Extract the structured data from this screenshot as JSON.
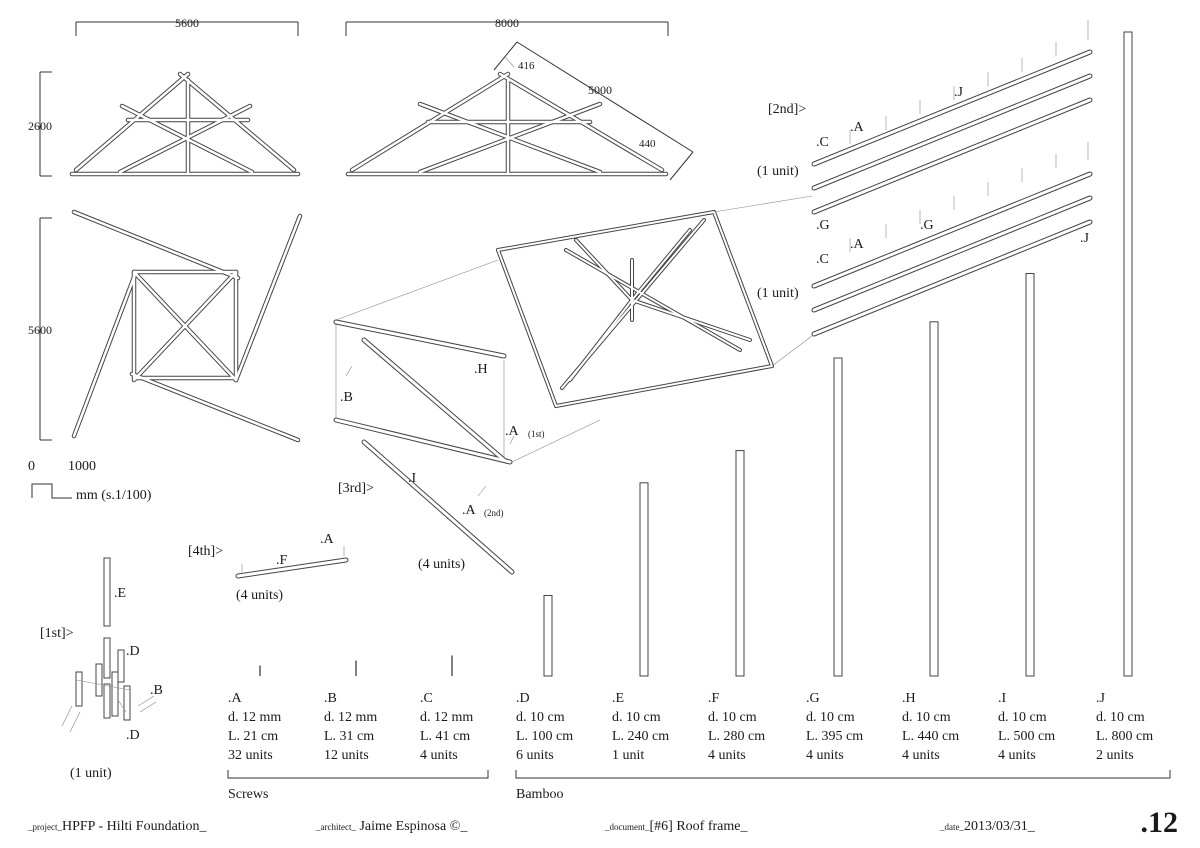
{
  "dimensions": {
    "top_width_1": "5600",
    "top_width_2": "8000",
    "height": "2600",
    "plan_side": "5600",
    "diag_1": "416",
    "diag_2": "5000",
    "diag_3": "440"
  },
  "scale": {
    "zero": "0",
    "thousand": "1000",
    "unit": "mm (s.1/100)"
  },
  "callouts": {
    "second": "[2nd]>",
    "third": "[3rd]>",
    "fourth": "[4th]>",
    "first": "[1st]>",
    "one_unit": "(1 unit)",
    "four_units": "(4 units)",
    "A": ".A",
    "A_first": ".A",
    "A_first_sub": "(1st)",
    "A_second": ".A",
    "A_second_sub": "(2nd)",
    "B": ".B",
    "C": ".C",
    "D": ".D",
    "E": ".E",
    "F": ".F",
    "G": ".G",
    "H": ".H",
    "I": ".I",
    "J": ".J"
  },
  "parts": [
    {
      "id": ".A",
      "d": "d. 12 mm",
      "L": "L. 21 cm",
      "units": "32 units",
      "length_cm": 21
    },
    {
      "id": ".B",
      "d": "d. 12 mm",
      "L": "L. 31 cm",
      "units": "12 units",
      "length_cm": 31
    },
    {
      "id": ".C",
      "d": "d. 12 mm",
      "L": "L. 41 cm",
      "units": "4 units",
      "length_cm": 41
    },
    {
      "id": ".D",
      "d": "d. 10 cm",
      "L": "L. 100 cm",
      "units": "6 units",
      "length_cm": 100
    },
    {
      "id": ".E",
      "d": "d. 10 cm",
      "L": "L. 240 cm",
      "units": "1 unit",
      "length_cm": 240
    },
    {
      "id": ".F",
      "d": "d. 10 cm",
      "L": "L. 280 cm",
      "units": "4 units",
      "length_cm": 280
    },
    {
      "id": ".G",
      "d": "d. 10 cm",
      "L": "L. 395 cm",
      "units": "4 units",
      "length_cm": 395
    },
    {
      "id": ".H",
      "d": "d. 10 cm",
      "L": "L. 440 cm",
      "units": "4 units",
      "length_cm": 440
    },
    {
      "id": ".I",
      "d": "d. 10 cm",
      "L": "L. 500 cm",
      "units": "4 units",
      "length_cm": 500
    },
    {
      "id": ".J",
      "d": "d. 10 cm",
      "L": "L. 800 cm",
      "units": "2 units",
      "length_cm": 800
    }
  ],
  "groups": {
    "screws": "Screws",
    "bamboo": "Bamboo"
  },
  "footer": {
    "project_label": "_project_",
    "project_value": "HPFP - Hilti Foundation_",
    "architect_label": "_architect_",
    "architect_value": " Jaime Espinosa ©_",
    "document_label": "_document_",
    "document_value": "[#6] Roof frame_",
    "date_label": "_date_",
    "date_value": "2013/03/31_",
    "page_number": ".12"
  }
}
